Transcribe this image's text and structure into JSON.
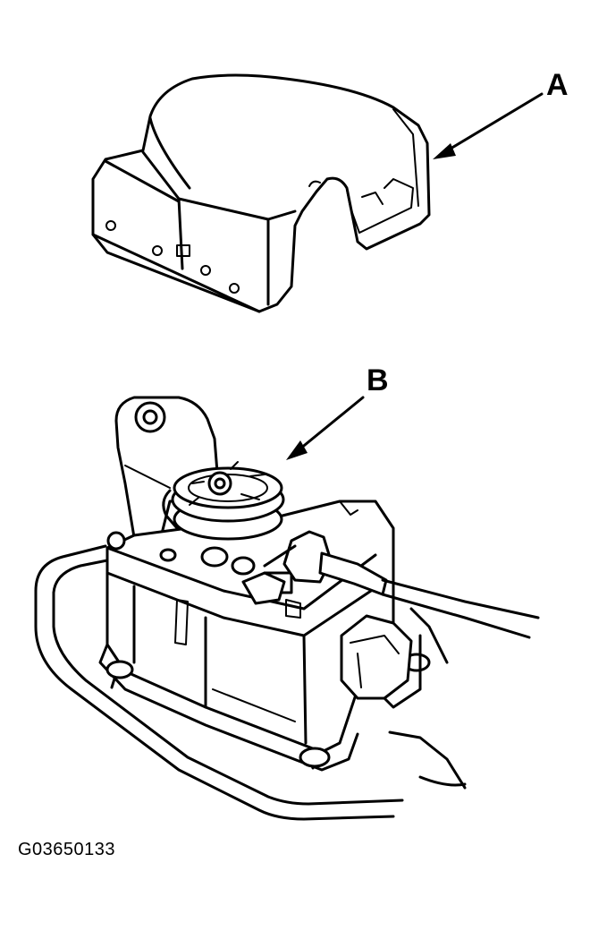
{
  "callouts": {
    "a": "A",
    "b": "B"
  },
  "figure_id": "G03650133",
  "parts": {
    "cover": "component-cover",
    "actuator": "actuator-assembly",
    "pulley": "cable-pulley",
    "connector": "electrical-connector",
    "cable": "control-cable"
  },
  "colors": {
    "ink": "#000000",
    "paper": "#ffffff"
  }
}
